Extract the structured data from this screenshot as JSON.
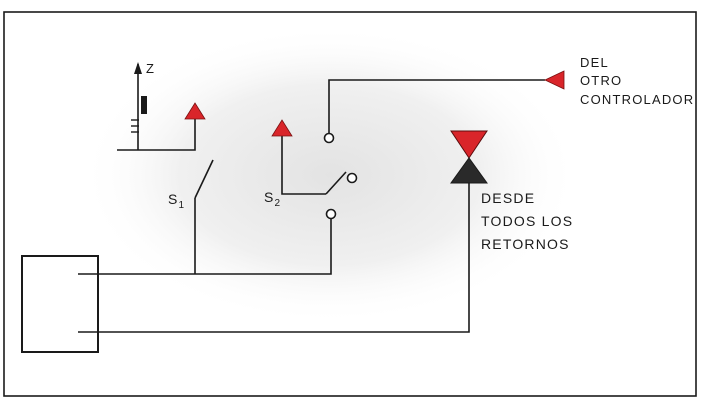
{
  "labels": {
    "z": "Z",
    "s1_main": "S",
    "s1_sub": "1",
    "s2_main": "S",
    "s2_sub": "2",
    "del_line1": "DEL",
    "del_line2": "OTRO",
    "del_line3": "CONTROLADOR",
    "desde_line1": "DESDE",
    "desde_line2": "TODOS LOS",
    "desde_line3": "RETORNOS"
  },
  "colors": {
    "line": "#1a1a1a",
    "arrow_red": "#d9252a",
    "valve_dark": "#2a2a2a",
    "frame": "#1a1a1a",
    "background": "#ffffff"
  },
  "icons": {
    "actuator": "spring-actuator-icon",
    "valve": "three-way-valve-icon",
    "arrow": "red-flow-arrow-icon"
  }
}
